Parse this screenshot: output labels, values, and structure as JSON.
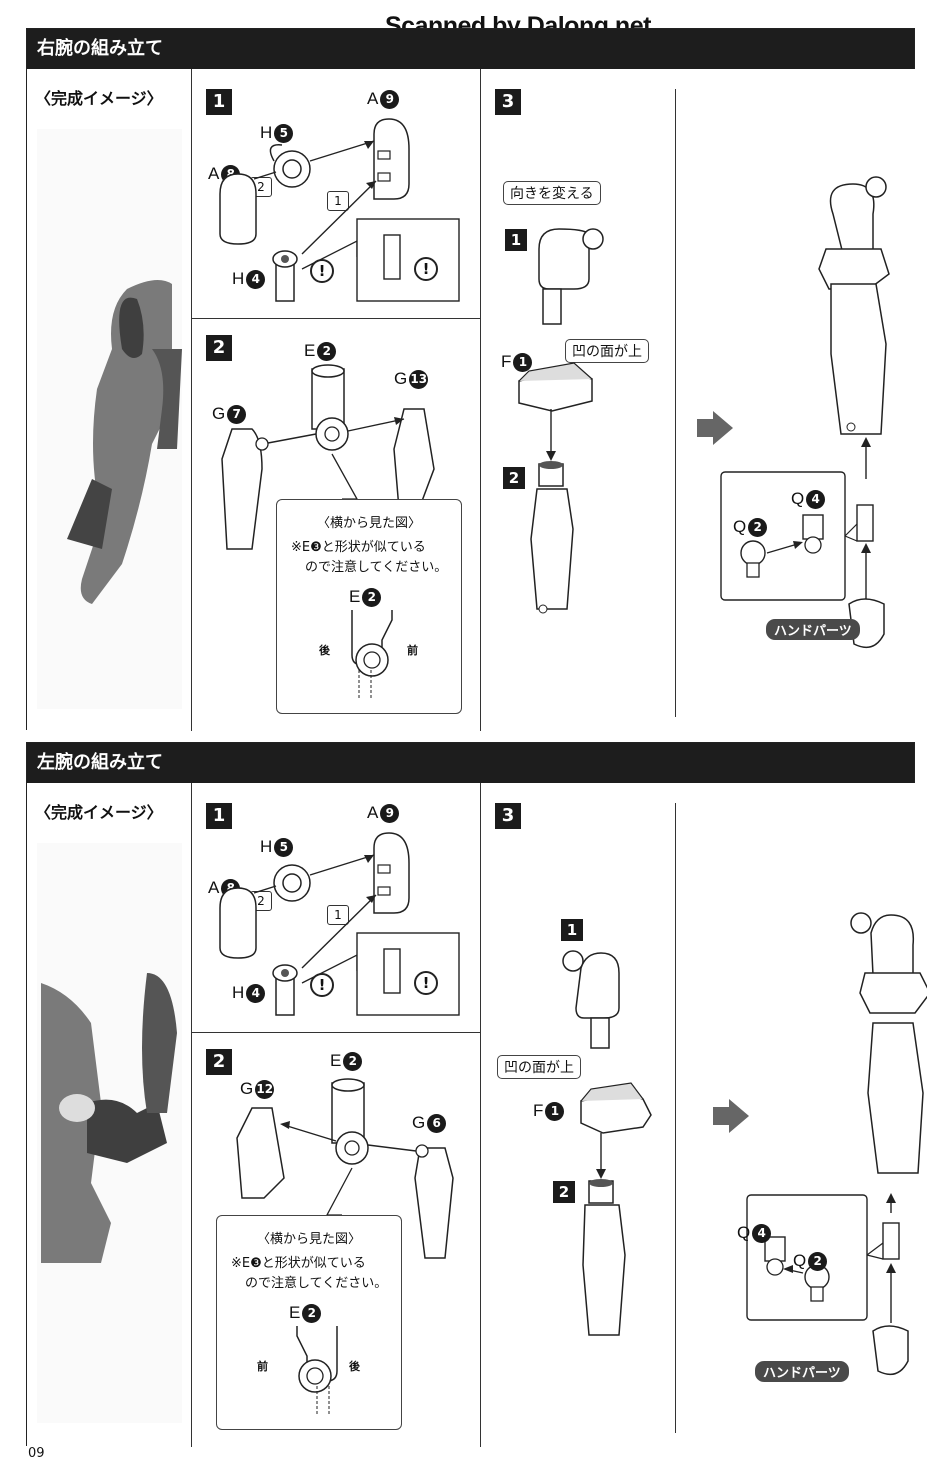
{
  "watermark": "Scanned by Dalong.net",
  "page_number": "09",
  "right_arm": {
    "title": "右腕の組み立て",
    "image_label": "〈完成イメージ〉",
    "step1": {
      "num": "1",
      "labels": {
        "a9_letter": "A",
        "a9_num": "9",
        "h5_letter": "H",
        "h5_num": "5",
        "a8_letter": "A",
        "a8_num": "8",
        "h4_letter": "H",
        "h4_num": "4"
      },
      "seq1": "1",
      "seq2": "2",
      "warn": "!"
    },
    "step2": {
      "num": "2",
      "labels": {
        "e2_letter": "E",
        "e2_num": "2",
        "g7_letter": "G",
        "g7_num": "7",
        "g13_letter": "G",
        "g13_num": "13",
        "e2b_letter": "E",
        "e2b_num": "2"
      },
      "note_title": "〈横から見た図〉",
      "note_line1": "※E❸と形状が似ている",
      "note_line2": "ので注意してください。",
      "back": "後",
      "front": "前"
    },
    "step3": {
      "num": "3",
      "sub1": "1",
      "sub2": "2",
      "callout_turn": "向きを変える",
      "callout_face": "凹の面が上",
      "f1_letter": "F",
      "f1_num": "1",
      "q4_letter": "Q",
      "q4_num": "4",
      "q2_letter": "Q",
      "q2_num": "2",
      "hand_parts": "ハンドパーツ"
    }
  },
  "left_arm": {
    "title": "左腕の組み立て",
    "image_label": "〈完成イメージ〉",
    "step1": {
      "num": "1",
      "labels": {
        "a9_letter": "A",
        "a9_num": "9",
        "h5_letter": "H",
        "h5_num": "5",
        "a8_letter": "A",
        "a8_num": "8",
        "h4_letter": "H",
        "h4_num": "4"
      },
      "seq1": "1",
      "seq2": "2",
      "warn": "!"
    },
    "step2": {
      "num": "2",
      "labels": {
        "e2_letter": "E",
        "e2_num": "2",
        "g12_letter": "G",
        "g12_num": "12",
        "g6_letter": "G",
        "g6_num": "6",
        "e2b_letter": "E",
        "e2b_num": "2"
      },
      "note_title": "〈横から見た図〉",
      "note_line1": "※E❸と形状が似ている",
      "note_line2": "ので注意してください。",
      "front": "前",
      "back": "後"
    },
    "step3": {
      "num": "3",
      "sub1": "1",
      "sub2": "2",
      "callout_face": "凹の面が上",
      "f1_letter": "F",
      "f1_num": "1",
      "q4_letter": "Q",
      "q4_num": "4",
      "q2_letter": "Q",
      "q2_num": "2",
      "hand_parts": "ハンドパーツ"
    }
  }
}
